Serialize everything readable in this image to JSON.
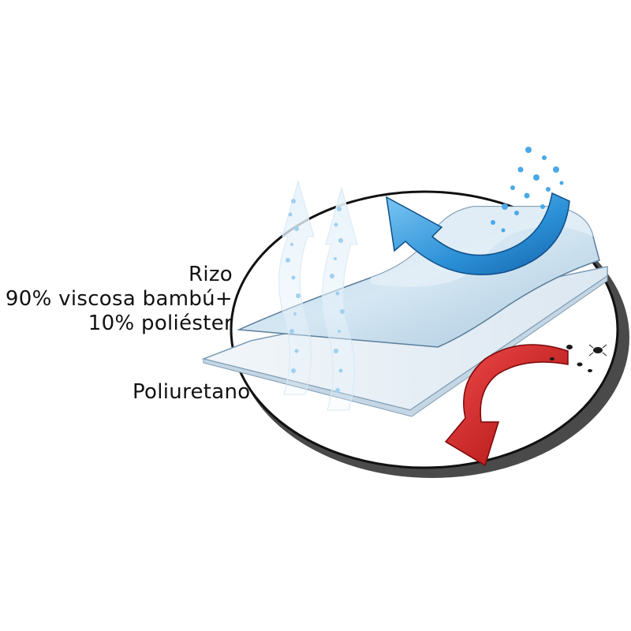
{
  "labels": {
    "rizo": "Rizo",
    "viscosa": "90% viscosa bambú+",
    "poliester": "10% poliéster",
    "poliuretano": "Poliuretano"
  },
  "icons": {
    "moisture": "blue-curved-arrow-icon",
    "vapor": "vapor-rising-icon",
    "blocked": "red-down-arrow-icon",
    "mites": "mite-icon"
  },
  "colors": {
    "ellipse_outline": "#111111",
    "top_layer": "#cfe3f0",
    "bottom_layer": "#e8f1f8",
    "blue_arrow": "#2a8fd6",
    "red_arrow": "#d81c1c",
    "text": "#111111"
  }
}
